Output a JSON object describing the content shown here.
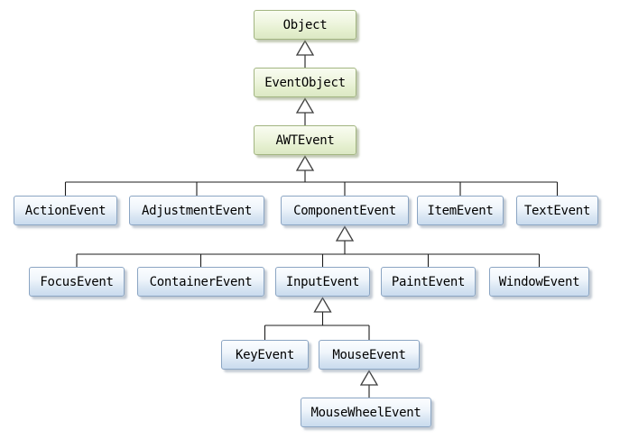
{
  "diagram": {
    "description": "UML-style class inheritance hierarchy of AWT event classes",
    "colors": {
      "class_box_fill_top": "#f9fcf1",
      "class_box_fill_bottom": "#dce8c4",
      "class_box_border": "#a2b581",
      "event_box_fill_top": "#fbfdff",
      "event_box_fill_bottom": "#c9dbee",
      "event_box_border": "#8ba5c3",
      "connector_line": "#1c1c1c",
      "arrowhead_fill": "#ffffff",
      "background": "#ffffff"
    },
    "nodes": [
      {
        "id": "object",
        "label": "Object",
        "kind": "green"
      },
      {
        "id": "eventobject",
        "label": "EventObject",
        "kind": "green"
      },
      {
        "id": "awtevent",
        "label": "AWTEvent",
        "kind": "green"
      },
      {
        "id": "actionevent",
        "label": "ActionEvent",
        "kind": "blue"
      },
      {
        "id": "adjustmentevent",
        "label": "AdjustmentEvent",
        "kind": "blue"
      },
      {
        "id": "componentevent",
        "label": "ComponentEvent",
        "kind": "blue"
      },
      {
        "id": "itemevent",
        "label": "ItemEvent",
        "kind": "blue"
      },
      {
        "id": "textevent",
        "label": "TextEvent",
        "kind": "blue"
      },
      {
        "id": "focusevent",
        "label": "FocusEvent",
        "kind": "blue"
      },
      {
        "id": "containerevent",
        "label": "ContainerEvent",
        "kind": "blue"
      },
      {
        "id": "inputevent",
        "label": "InputEvent",
        "kind": "blue"
      },
      {
        "id": "paintevent",
        "label": "PaintEvent",
        "kind": "blue"
      },
      {
        "id": "windowevent",
        "label": "WindowEvent",
        "kind": "blue"
      },
      {
        "id": "keyevent",
        "label": "KeyEvent",
        "kind": "blue"
      },
      {
        "id": "mouseevent",
        "label": "MouseEvent",
        "kind": "blue"
      },
      {
        "id": "mousewheelevent",
        "label": "MouseWheelEvent",
        "kind": "blue"
      }
    ],
    "edges": [
      {
        "from": "EventObject",
        "to": "Object"
      },
      {
        "from": "AWTEvent",
        "to": "EventObject"
      },
      {
        "from": "ActionEvent",
        "to": "AWTEvent"
      },
      {
        "from": "AdjustmentEvent",
        "to": "AWTEvent"
      },
      {
        "from": "ComponentEvent",
        "to": "AWTEvent"
      },
      {
        "from": "ItemEvent",
        "to": "AWTEvent"
      },
      {
        "from": "TextEvent",
        "to": "AWTEvent"
      },
      {
        "from": "FocusEvent",
        "to": "ComponentEvent"
      },
      {
        "from": "ContainerEvent",
        "to": "ComponentEvent"
      },
      {
        "from": "InputEvent",
        "to": "ComponentEvent"
      },
      {
        "from": "PaintEvent",
        "to": "ComponentEvent"
      },
      {
        "from": "WindowEvent",
        "to": "ComponentEvent"
      },
      {
        "from": "KeyEvent",
        "to": "InputEvent"
      },
      {
        "from": "MouseEvent",
        "to": "InputEvent"
      },
      {
        "from": "MouseWheelEvent",
        "to": "MouseEvent"
      }
    ]
  }
}
